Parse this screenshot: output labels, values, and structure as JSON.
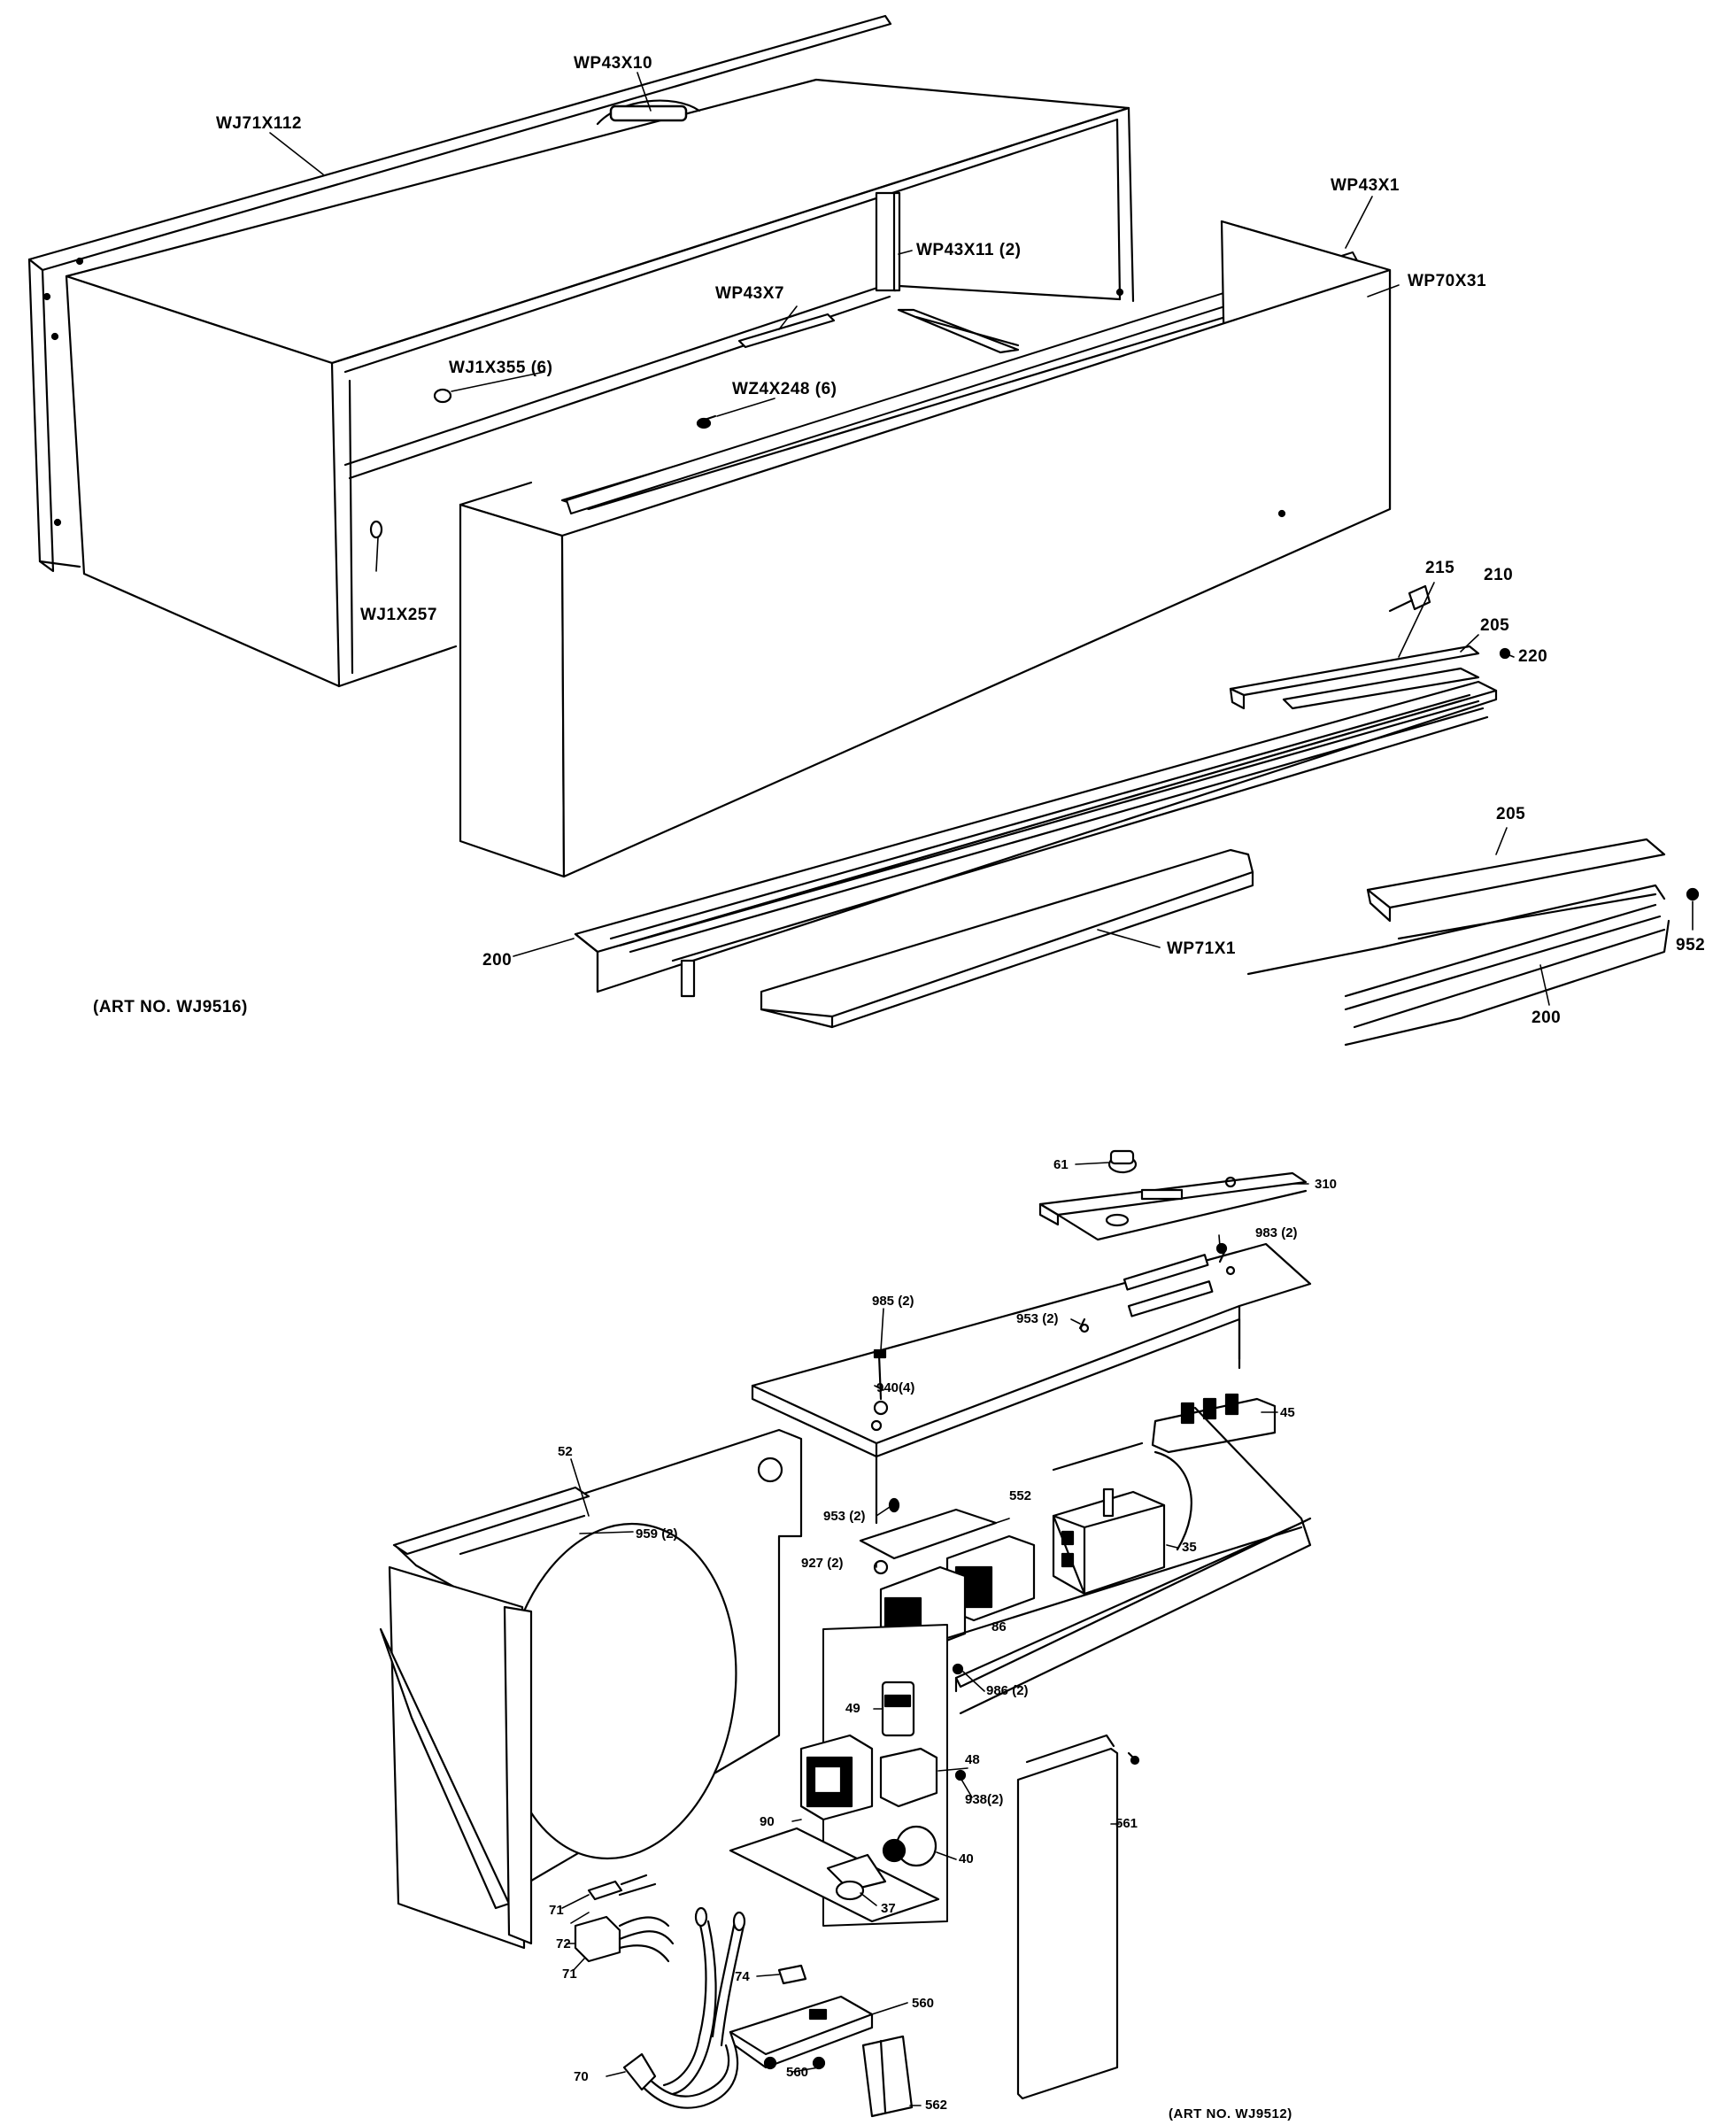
{
  "diagram_top": {
    "labels": {
      "wp43x10": "WP43X10",
      "wj71x112": "WJ71X112",
      "wp43x1": "WP43X1",
      "wp43x11": "WP43X11 (2)",
      "wp70x31": "WP70X31",
      "wp43x7": "WP43X7",
      "wj1x355": "WJ1X355 (6)",
      "wz4x248": "WZ4X248 (6)",
      "wj1x257": "WJ1X257",
      "p215": "215",
      "p210": "210",
      "p205a": "205",
      "p220": "220",
      "p205b": "205",
      "p952": "952",
      "p200a": "200",
      "wp71x1": "WP71X1",
      "p200b": "200"
    },
    "art_no": "(ART NO. WJ9516)"
  },
  "diagram_bottom": {
    "labels": {
      "p61": "61",
      "p310": "310",
      "p983": "983 (2)",
      "p985": "985 (2)",
      "p953a": "953 (2)",
      "p940": "940(4)",
      "p45": "45",
      "p52": "52",
      "p959": "959 (2)",
      "p953b": "953 (2)",
      "p552": "552",
      "p927": "927 (2)",
      "p35": "35",
      "p86": "86",
      "p49": "49",
      "p986": "986 (2)",
      "p48": "48",
      "p938": "938(2)",
      "p90": "90",
      "p40": "40",
      "p561": "561",
      "p71a": "71",
      "p37": "37",
      "p72": "72",
      "p71b": "71",
      "p74": "74",
      "p560a": "560",
      "p560b": "560",
      "p70": "70",
      "p562": "562"
    },
    "art_no": "(ART NO. WJ9512)"
  }
}
